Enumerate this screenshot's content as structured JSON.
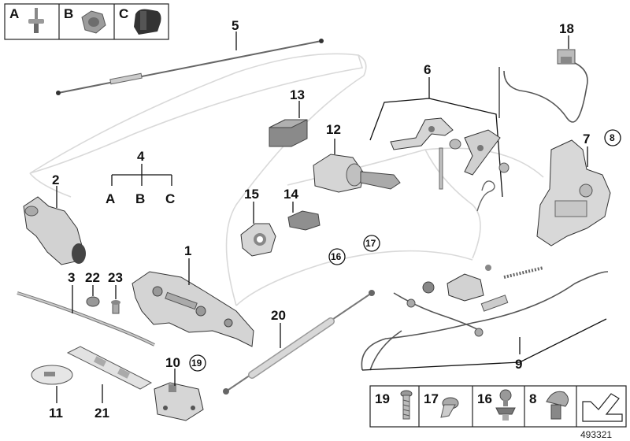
{
  "legend_top": [
    {
      "letter": "A",
      "icon": "stud-bolt-icon"
    },
    {
      "letter": "B",
      "icon": "hex-nut-icon"
    },
    {
      "letter": "C",
      "icon": "rubber-clip-icon"
    }
  ],
  "group_four": {
    "number": "4",
    "letters": [
      "A",
      "B",
      "C"
    ]
  },
  "callouts": {
    "c1": "1",
    "c2": "2",
    "c3": "3",
    "c5": "5",
    "c6": "6",
    "c7": "7",
    "c9": "9",
    "c10": "10",
    "c11": "11",
    "c12": "12",
    "c13": "13",
    "c14": "14",
    "c15": "15",
    "c18": "18",
    "c20": "20",
    "c21": "21",
    "c22": "22",
    "c23": "23"
  },
  "circled": {
    "c8": "8",
    "c16": "16",
    "c17": "17",
    "c19": "19"
  },
  "legend_bottom": [
    {
      "number": "19",
      "icon": "screw-icon"
    },
    {
      "number": "17",
      "icon": "expanding-rivet-icon"
    },
    {
      "number": "16",
      "icon": "ball-stud-icon"
    },
    {
      "number": "8",
      "icon": "rubber-buffer-icon"
    }
  ],
  "reference_number": "493321"
}
